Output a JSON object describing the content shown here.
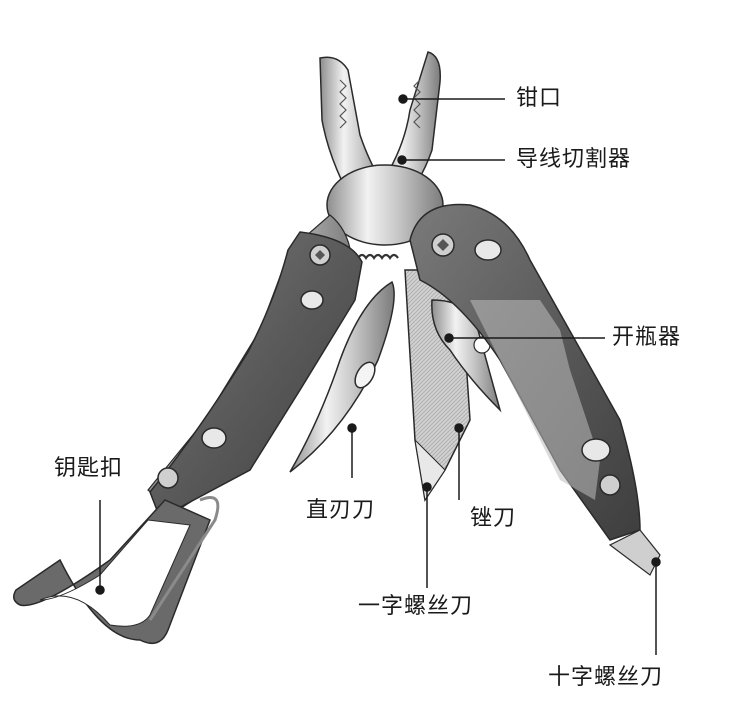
{
  "labels": {
    "jaw": "钳口",
    "wire_cutter": "导线切割器",
    "bottle_opener": "开瓶器",
    "keychain": "钥匙扣",
    "straight_blade": "直刃刀",
    "file": "锉刀",
    "flat_screwdriver": "一字螺丝刀",
    "cross_screwdriver": "十字螺丝刀"
  },
  "colors": {
    "handle": "#5f5f5f",
    "steel": "#d8d8d8",
    "steel_dark": "#9a9a9a",
    "outline": "#2a2a2a",
    "leader": "#1a1a1a"
  }
}
